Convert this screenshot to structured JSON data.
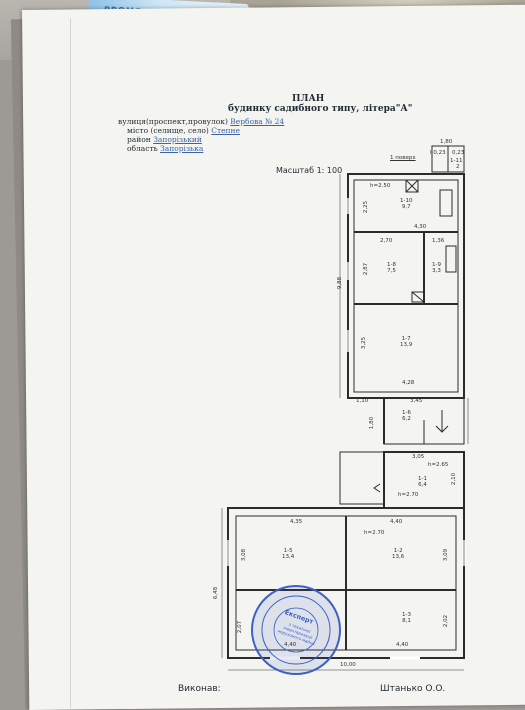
{
  "header": {
    "title_line1": "ПЛАН",
    "title_line2": "будинку садибного типу, літера\"А\"",
    "street_label": "вулиця(проспект,провулок)",
    "street_value": "Вербова № 24",
    "city_label": "місто (селище, село)",
    "city_value": "Степне",
    "district_label": "район",
    "district_value": "Запорізький",
    "region_label": "область",
    "region_value": "Запорізька"
  },
  "scale_label": "Масштаб 1: 100",
  "floor_label": "1 поверх",
  "rooms": [
    {
      "id": "1-10",
      "area": "9,7"
    },
    {
      "id": "1-8",
      "area": "7,5"
    },
    {
      "id": "1-9",
      "area": "3,3"
    },
    {
      "id": "1-7",
      "area": "13,9"
    },
    {
      "id": "1-6",
      "area": "6,2"
    },
    {
      "id": "1-1",
      "area": "6,4"
    },
    {
      "id": "1-5",
      "area": "13,4"
    },
    {
      "id": "1-2",
      "area": "13,6"
    },
    {
      "id": "1-3",
      "area": "8,1"
    },
    {
      "id": "I",
      "area": "0,23"
    },
    {
      "id": "1-11",
      "area": ""
    }
  ],
  "heights": [
    "h=2.50",
    "h=2.65",
    "h=2.70",
    "h=2.70"
  ],
  "dimensions": [
    "1,80",
    "0,23",
    "2,25",
    "4,30",
    "2,70",
    "1,36",
    "9,88",
    "2,87",
    "3,25",
    "4,28",
    "1,10",
    "3,45",
    "1,80",
    "3,05",
    "2,10",
    "4,35",
    "4,40",
    "3,08",
    "3,09",
    "6,48",
    "2,07",
    "2,02",
    "4,40",
    "4,40",
    "10,00",
    "2"
  ],
  "stamp": {
    "center_text": "Експерт",
    "ring_text": "з технічної інвентаризації нерухомого майна"
  },
  "footer": {
    "performed_label": "Виконав:",
    "performer_name": "Штанько О.О."
  },
  "background": {
    "blue_box_text": "PROMO"
  }
}
